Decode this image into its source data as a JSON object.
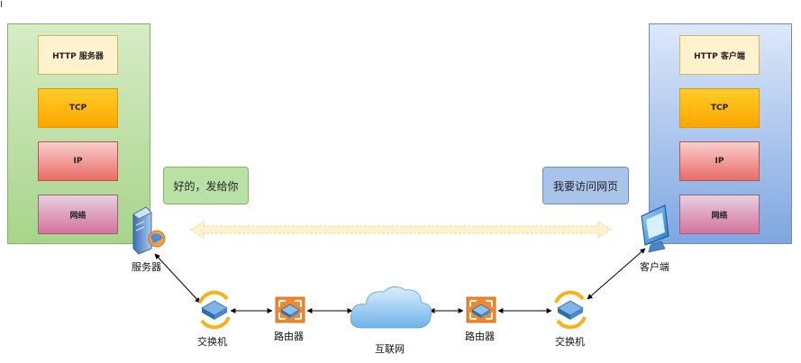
{
  "server_stack": {
    "layers": [
      "HTTP 服务器",
      "TCP",
      "IP",
      "网络"
    ],
    "bubble": "好的，发给你",
    "device_label": "服务器"
  },
  "client_stack": {
    "layers": [
      "HTTP 客户端",
      "TCP",
      "IP",
      "网络"
    ],
    "bubble": "我要访问网页",
    "device_label": "客户端"
  },
  "network": {
    "left_switch": "交换机",
    "left_router": "路由器",
    "internet": "互联网",
    "right_router": "路由器",
    "right_switch": "交换机"
  },
  "colors": {
    "server_panel": "#a8d48a",
    "client_panel": "#7ea6e0",
    "app_layer": "#fff2cc",
    "tcp_layer": "#ffa500",
    "ip_layer": "#ea6b66",
    "net_layer": "#d5739d",
    "dashed_arrow": "#fff2cc"
  }
}
